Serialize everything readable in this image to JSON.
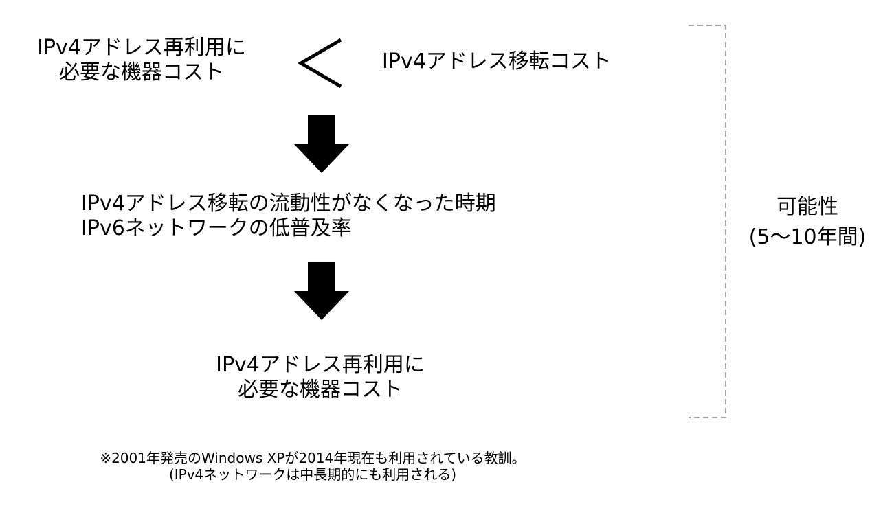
{
  "diagram": {
    "top_left": {
      "line1": "IPv4アドレス再利用に",
      "line2": "必要な機器コスト"
    },
    "comparison_symbol": "less-than-icon",
    "top_right": "IPv4アドレス移転コスト",
    "arrow_icon": "down-arrow-icon",
    "middle": {
      "line1": "IPv4アドレス移転の流動性がなくなった時期",
      "line2": "IPv6ネットワークの低普及率"
    },
    "bottom": {
      "line1": "IPv4アドレス再利用に",
      "line2": "必要な機器コスト"
    },
    "side_label": {
      "line1": "可能性",
      "line2": "(5～10年間)"
    },
    "bracket_color": "#a6a6a6"
  },
  "footnote": {
    "line1": "※2001年発売のWindows XPが2014年現在も利用されている教訓。",
    "line2": "(IPv4ネットワークは中長期的にも利用される)"
  }
}
